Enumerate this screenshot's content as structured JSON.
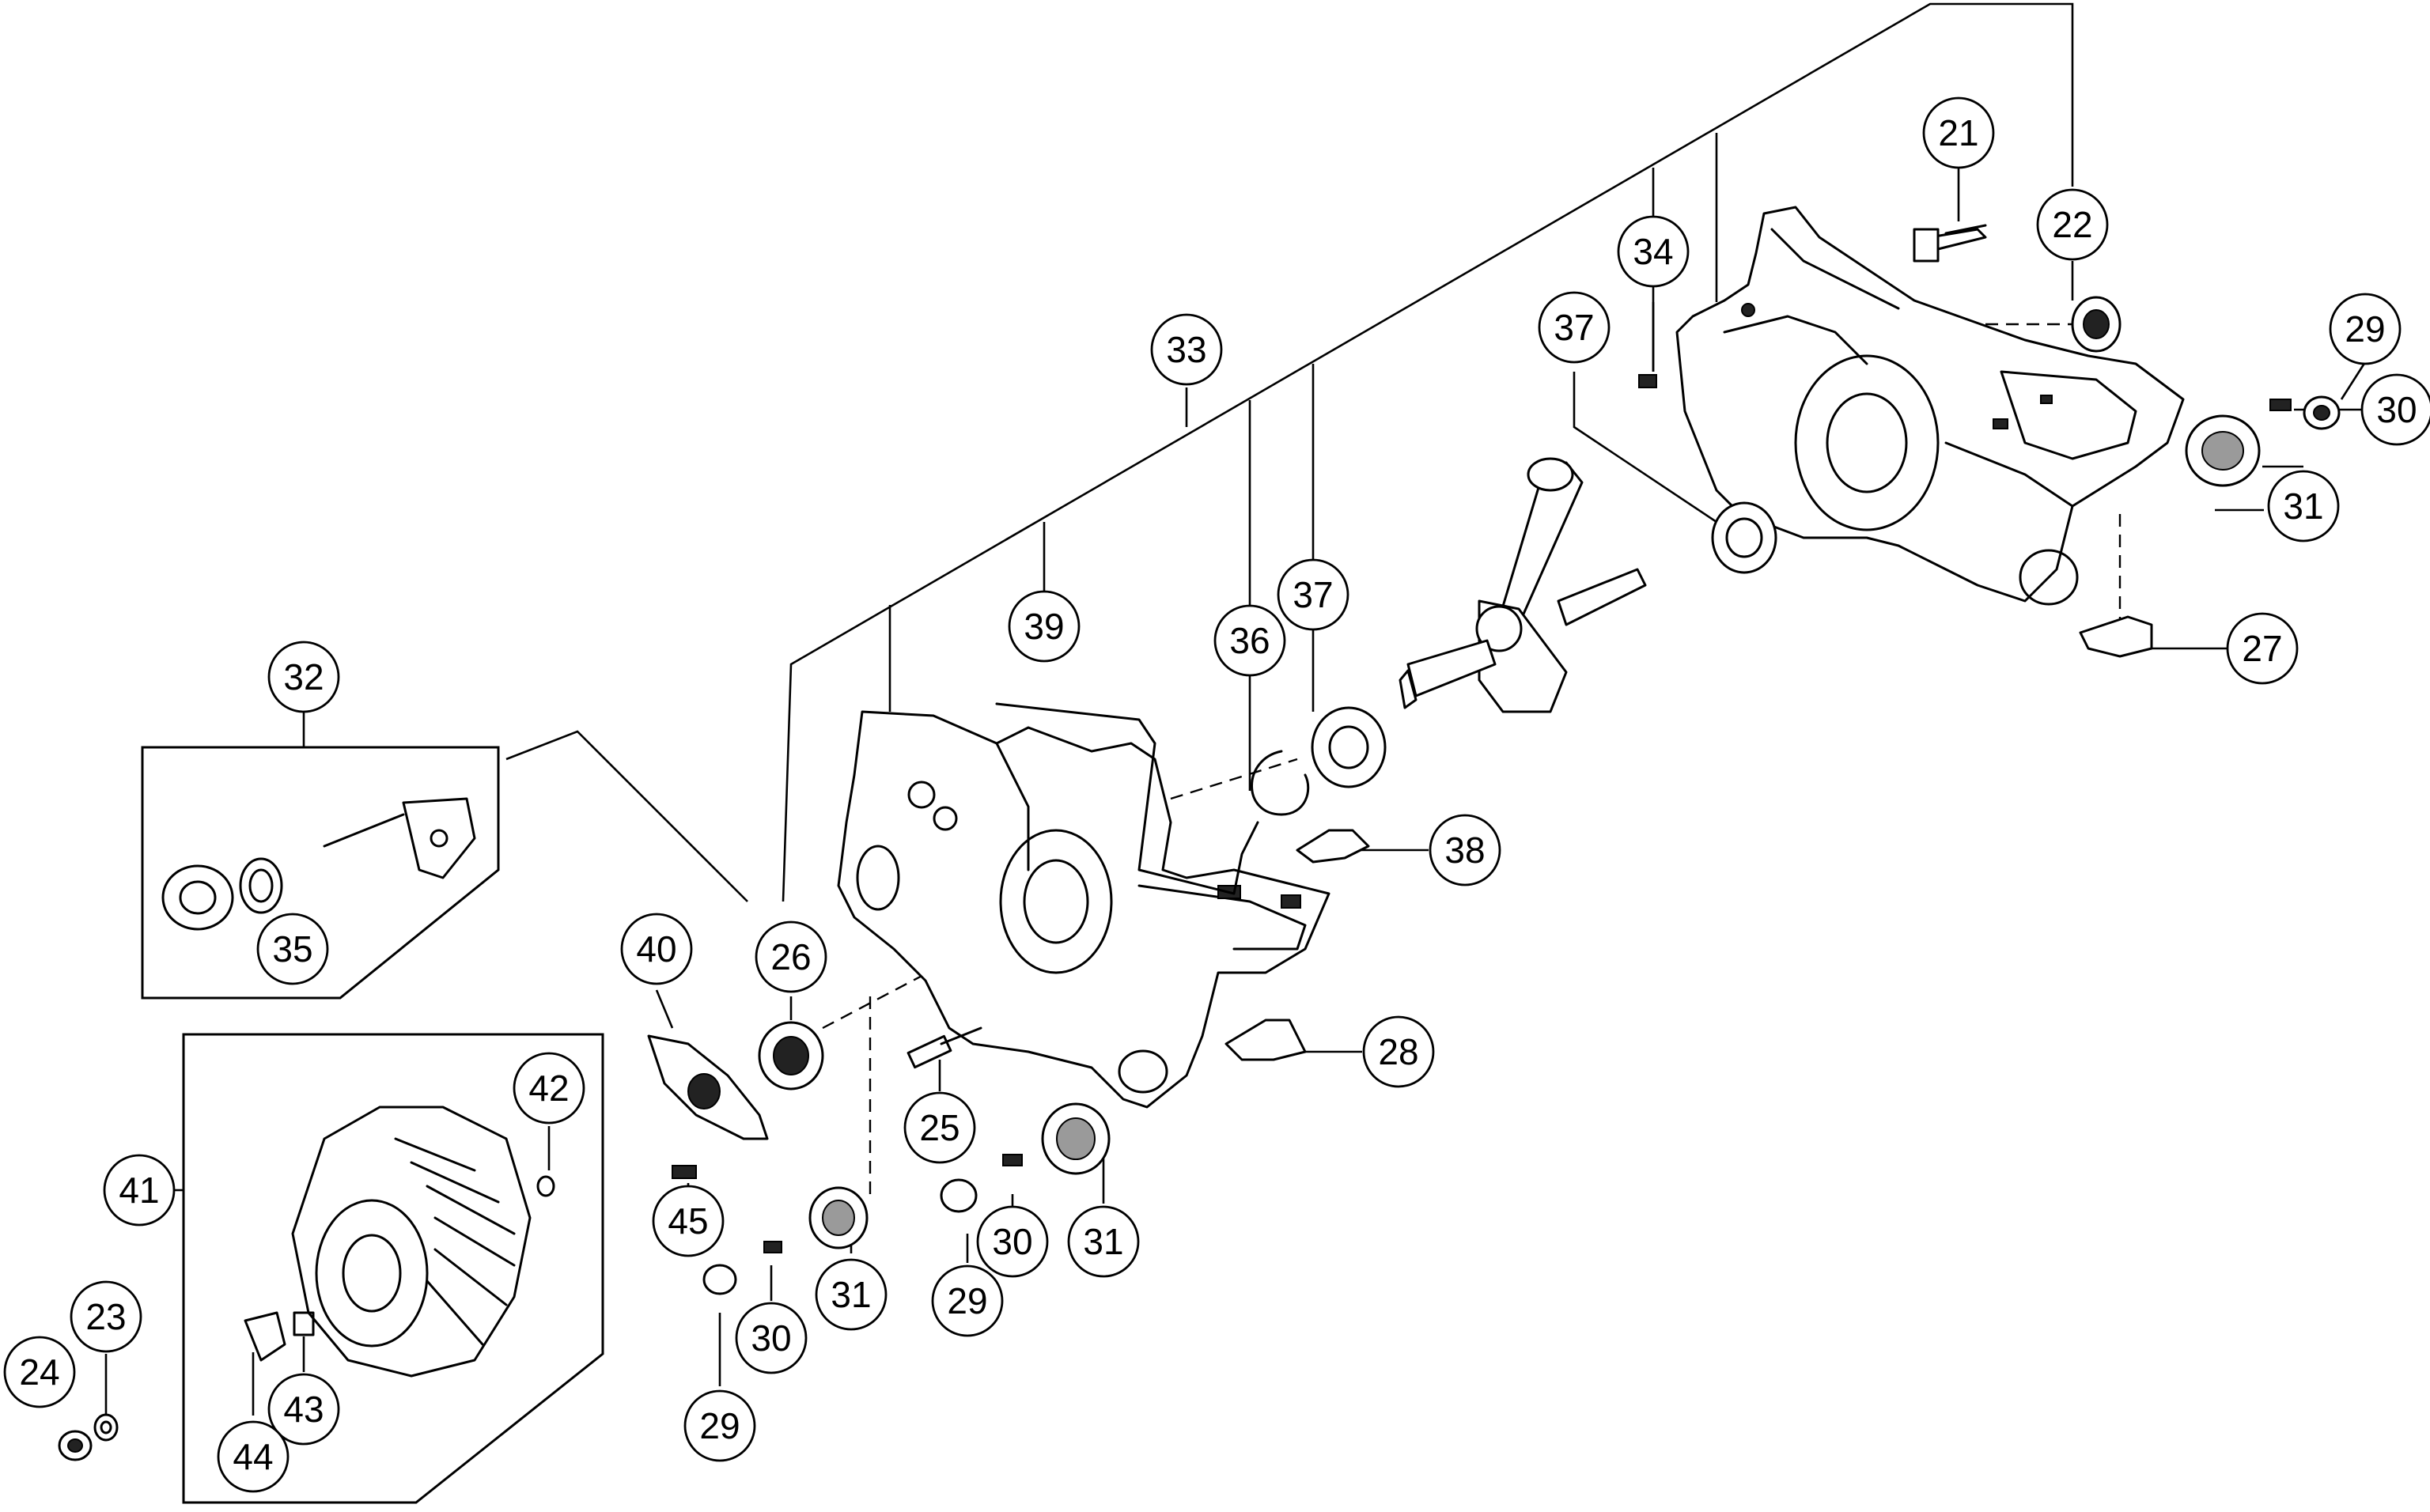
{
  "callouts": [
    {
      "id": "c21",
      "label": "21"
    },
    {
      "id": "c22",
      "label": "22"
    },
    {
      "id": "c29a",
      "label": "29"
    },
    {
      "id": "c30a",
      "label": "30"
    },
    {
      "id": "c31a",
      "label": "31"
    },
    {
      "id": "c27",
      "label": "27"
    },
    {
      "id": "c34",
      "label": "34"
    },
    {
      "id": "c37a",
      "label": "37"
    },
    {
      "id": "c33",
      "label": "33"
    },
    {
      "id": "c39",
      "label": "39"
    },
    {
      "id": "c36",
      "label": "36"
    },
    {
      "id": "c37b",
      "label": "37"
    },
    {
      "id": "c38",
      "label": "38"
    },
    {
      "id": "c32",
      "label": "32"
    },
    {
      "id": "c35",
      "label": "35"
    },
    {
      "id": "c40",
      "label": "40"
    },
    {
      "id": "c26",
      "label": "26"
    },
    {
      "id": "c28",
      "label": "28"
    },
    {
      "id": "c25",
      "label": "25"
    },
    {
      "id": "c42",
      "label": "42"
    },
    {
      "id": "c41",
      "label": "41"
    },
    {
      "id": "c45",
      "label": "45"
    },
    {
      "id": "c30b",
      "label": "30"
    },
    {
      "id": "c31b",
      "label": "31"
    },
    {
      "id": "c29b",
      "label": "29"
    },
    {
      "id": "c31c",
      "label": "31"
    },
    {
      "id": "c30c",
      "label": "30"
    },
    {
      "id": "c29c",
      "label": "29"
    },
    {
      "id": "c23",
      "label": "23"
    },
    {
      "id": "c24",
      "label": "24"
    },
    {
      "id": "c43",
      "label": "43"
    },
    {
      "id": "c44",
      "label": "44"
    }
  ]
}
